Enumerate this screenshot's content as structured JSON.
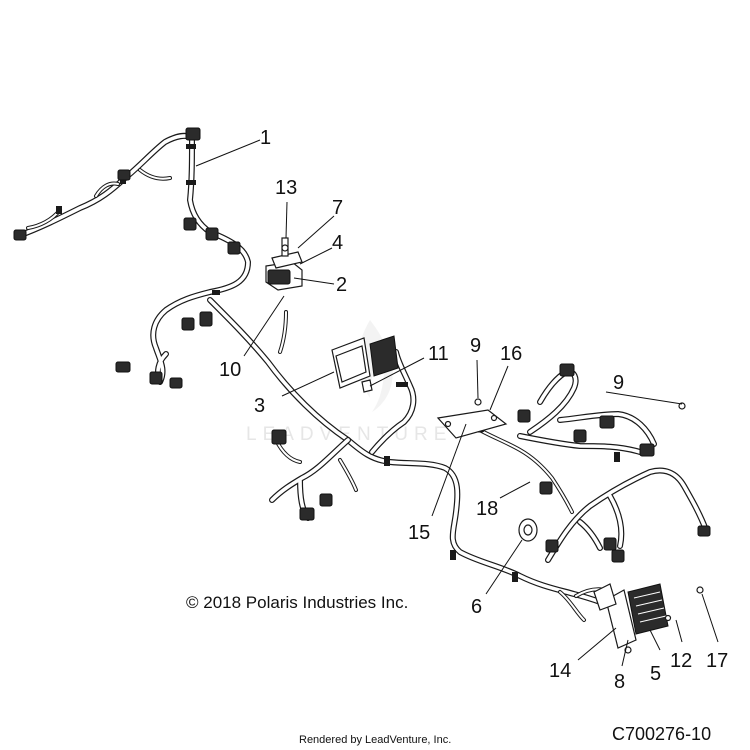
{
  "watermark": "LEADVENTURE",
  "copyright": "© 2018 Polaris Industries Inc.",
  "rendered_by": "Rendered by LeadVenture, Inc.",
  "doc_id": "C700276-10",
  "callouts": {
    "c1": "1",
    "c13": "13",
    "c7": "7",
    "c4": "4",
    "c2": "2",
    "c10": "10",
    "c3": "3",
    "c11": "11",
    "c9a": "9",
    "c16": "16",
    "c9b": "9",
    "c15": "15",
    "c18": "18",
    "c6": "6",
    "c14": "14",
    "c8": "8",
    "c5": "5",
    "c12": "12",
    "c17": "17"
  },
  "colors": {
    "line": "#1a1a1a",
    "background": "#ffffff",
    "watermark": "#e6e6e6"
  }
}
